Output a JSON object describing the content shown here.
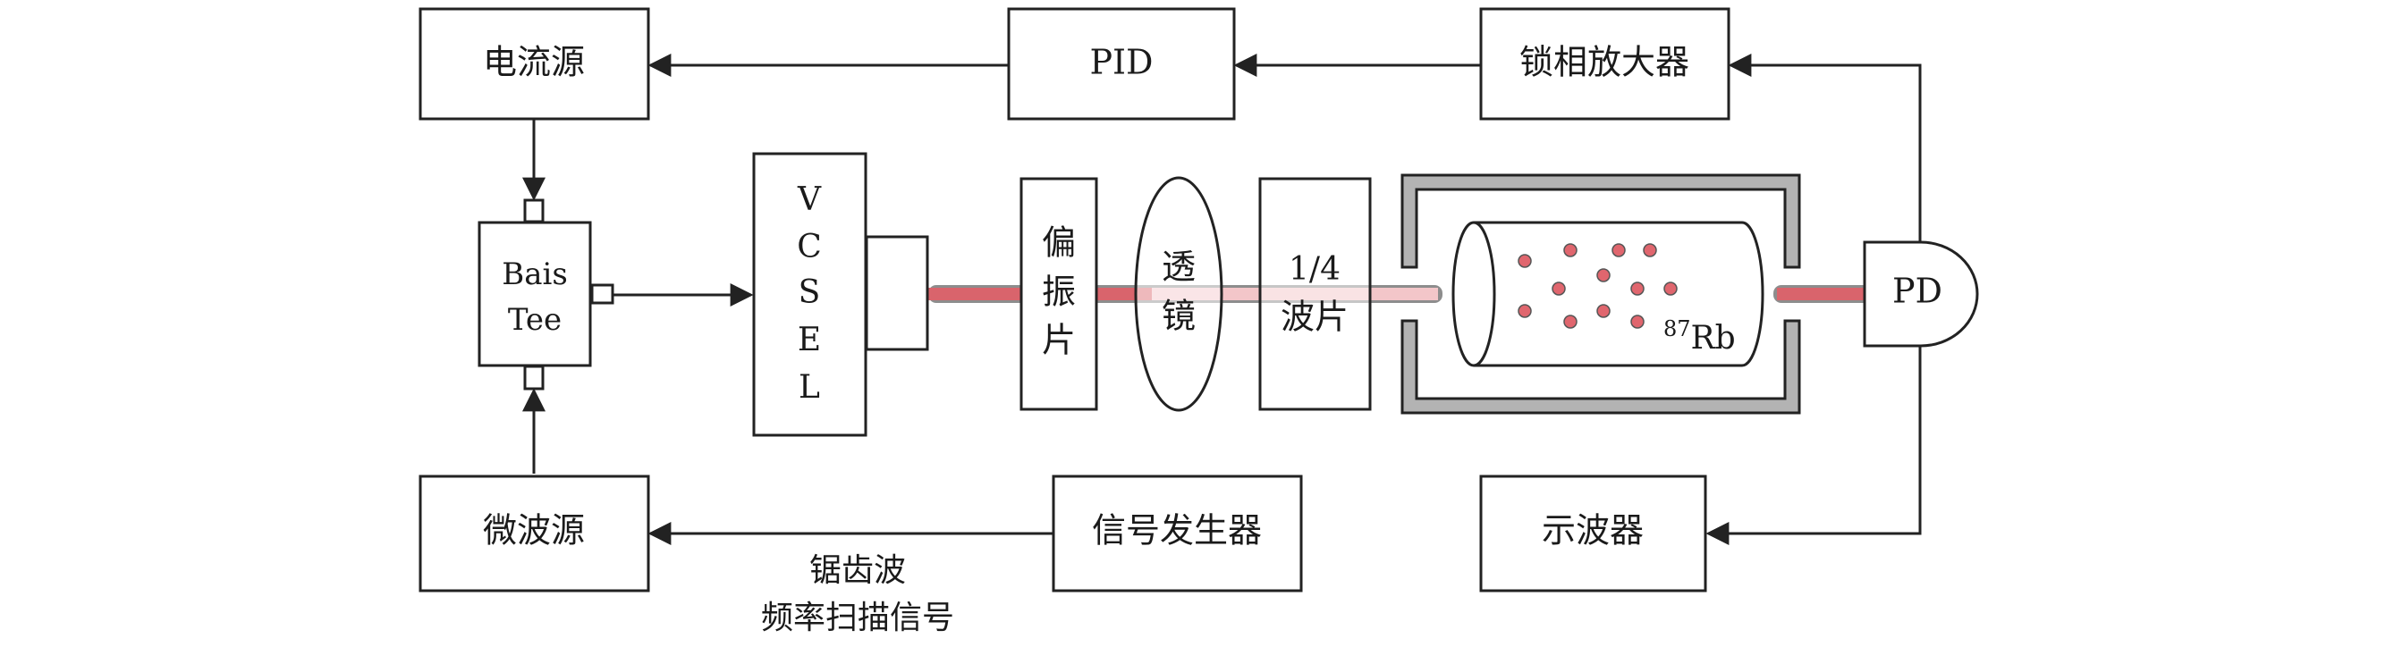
{
  "blocks": {
    "current_source": "电流源",
    "pid": "PID",
    "lockin_amplifier": "锁相放大器",
    "bias_tee_line1": "Bais",
    "bias_tee_line2": "Tee",
    "vcsel_letters": [
      "V",
      "C",
      "S",
      "E",
      "L"
    ],
    "polarizer_chars": [
      "偏",
      "振",
      "片"
    ],
    "lens_chars": [
      "透",
      "镜"
    ],
    "quarter_wave_line1": "1/4",
    "quarter_wave_line2": "波片",
    "rb_sup": "87",
    "rb_label": "Rb",
    "pd": "PD",
    "microwave_source": "微波源",
    "signal_generator": "信号发生器",
    "oscilloscope": "示波器"
  },
  "annotations": {
    "sawtooth_line1": "锯齿波",
    "sawtooth_line2": "频率扫描信号"
  },
  "colors": {
    "laser_beam": "#d9646c",
    "laser_beam_faded": "#f3c6c9",
    "cell_wall": "#b3b3b3",
    "rb_atom": "#e0666e"
  }
}
